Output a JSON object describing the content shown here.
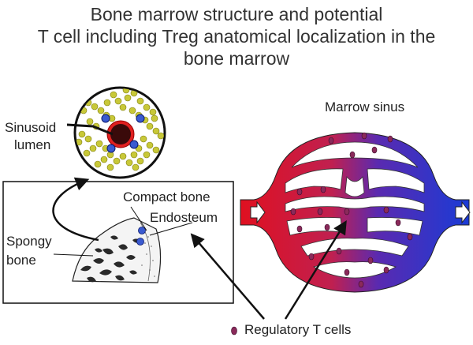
{
  "title": {
    "line1": "Bone marrow structure and potential",
    "line2": "T cell including Treg anatomical localization in the",
    "line3": "bone marrow"
  },
  "labels": {
    "sinusoid": "Sinusoid",
    "lumen": "lumen",
    "compact_bone": "Compact bone",
    "endosteum": "Endosteum",
    "spongy": "Spongy",
    "bone": "bone",
    "marrow_sinus": "Marrow sinus",
    "legend": "Regulatory T cells"
  },
  "colors": {
    "arterial": "#e01020",
    "venous": "#1a3bd6",
    "treg": "#8a2a5a",
    "marrow_cells": "#c8c838",
    "lumen": "#3a0a0a"
  }
}
